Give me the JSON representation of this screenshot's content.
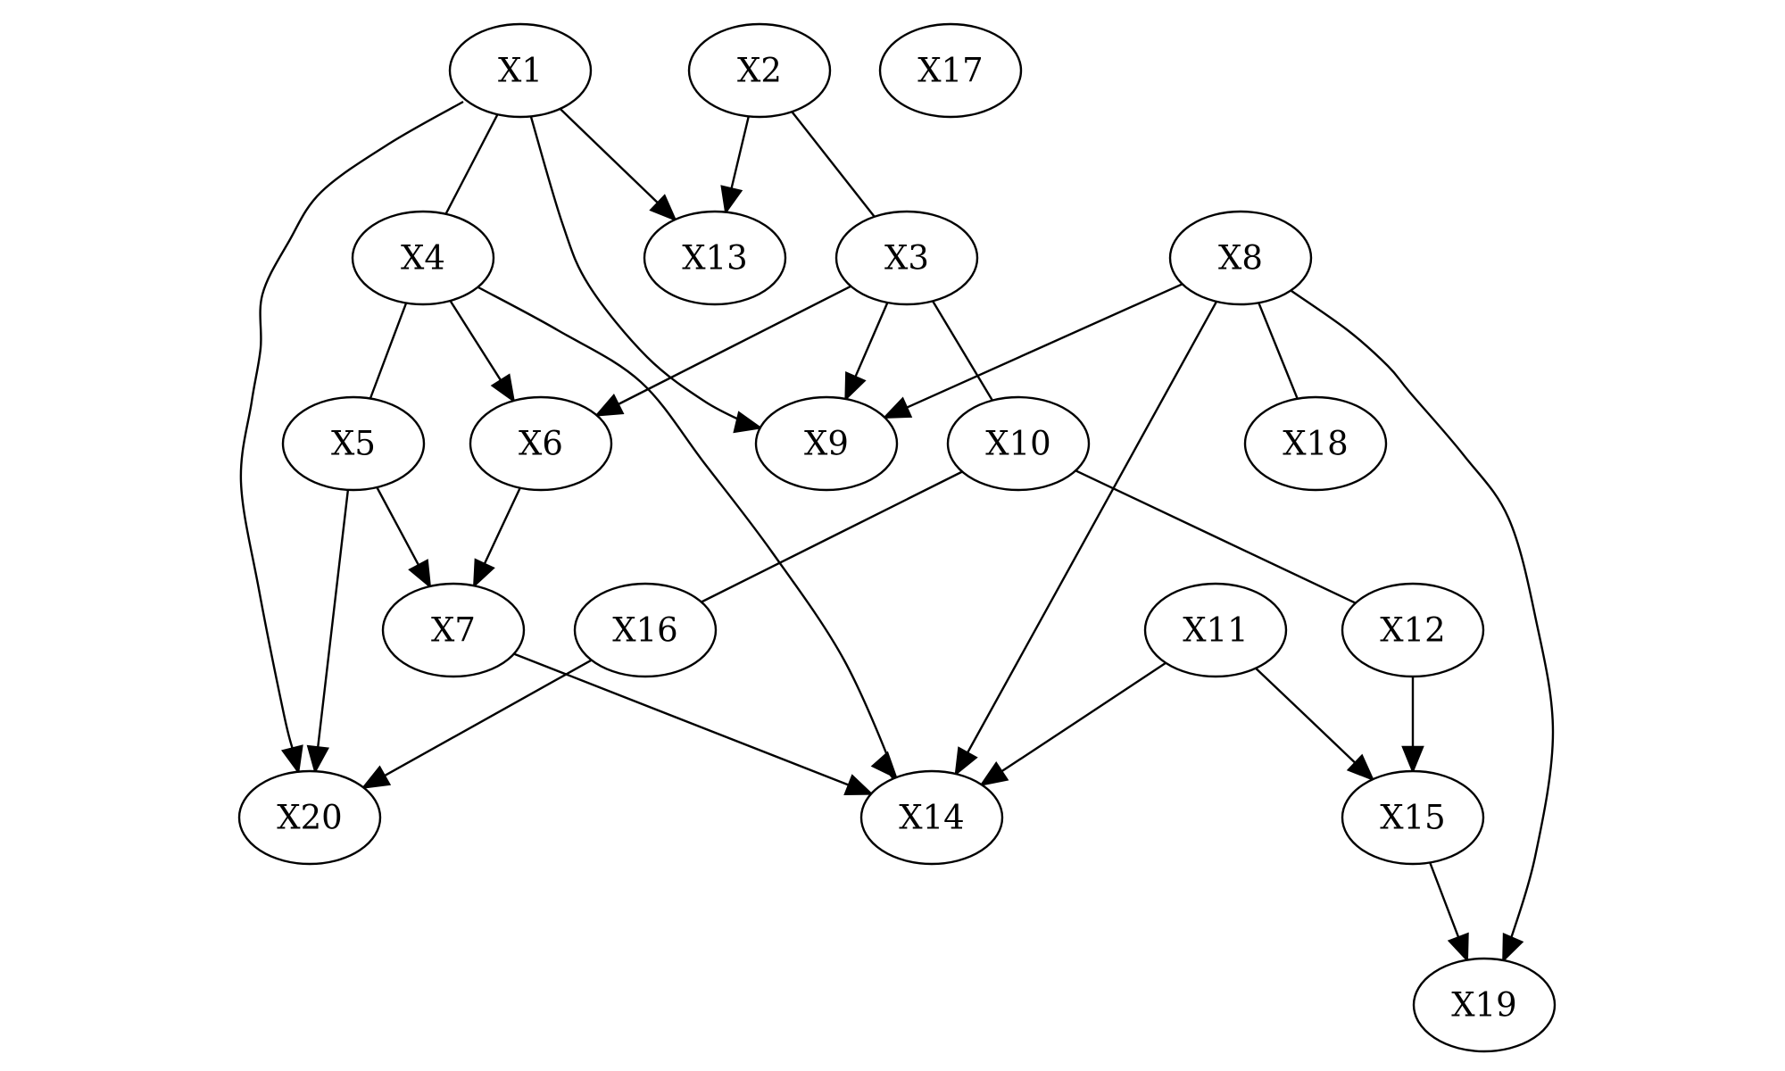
{
  "diagram": {
    "type": "mixed-graph",
    "nodes": [
      {
        "id": "X1",
        "label": "X1"
      },
      {
        "id": "X2",
        "label": "X2"
      },
      {
        "id": "X17",
        "label": "X17"
      },
      {
        "id": "X4",
        "label": "X4"
      },
      {
        "id": "X13",
        "label": "X13"
      },
      {
        "id": "X3",
        "label": "X3"
      },
      {
        "id": "X8",
        "label": "X8"
      },
      {
        "id": "X5",
        "label": "X5"
      },
      {
        "id": "X6",
        "label": "X6"
      },
      {
        "id": "X9",
        "label": "X9"
      },
      {
        "id": "X10",
        "label": "X10"
      },
      {
        "id": "X18",
        "label": "X18"
      },
      {
        "id": "X7",
        "label": "X7"
      },
      {
        "id": "X16",
        "label": "X16"
      },
      {
        "id": "X11",
        "label": "X11"
      },
      {
        "id": "X12",
        "label": "X12"
      },
      {
        "id": "X20",
        "label": "X20"
      },
      {
        "id": "X14",
        "label": "X14"
      },
      {
        "id": "X15",
        "label": "X15"
      },
      {
        "id": "X19",
        "label": "X19"
      }
    ],
    "edges": [
      {
        "from": "X1",
        "to": "X4",
        "directed": false
      },
      {
        "from": "X1",
        "to": "X13",
        "directed": true
      },
      {
        "from": "X1",
        "to": "X9",
        "directed": true
      },
      {
        "from": "X1",
        "to": "X20",
        "directed": true
      },
      {
        "from": "X2",
        "to": "X13",
        "directed": true
      },
      {
        "from": "X2",
        "to": "X3",
        "directed": false
      },
      {
        "from": "X4",
        "to": "X5",
        "directed": false
      },
      {
        "from": "X4",
        "to": "X6",
        "directed": true
      },
      {
        "from": "X4",
        "to": "X14",
        "directed": true
      },
      {
        "from": "X3",
        "to": "X6",
        "directed": true
      },
      {
        "from": "X3",
        "to": "X9",
        "directed": true
      },
      {
        "from": "X3",
        "to": "X10",
        "directed": false
      },
      {
        "from": "X8",
        "to": "X9",
        "directed": true
      },
      {
        "from": "X8",
        "to": "X18",
        "directed": false
      },
      {
        "from": "X8",
        "to": "X14",
        "directed": true
      },
      {
        "from": "X8",
        "to": "X19",
        "directed": true
      },
      {
        "from": "X5",
        "to": "X7",
        "directed": true
      },
      {
        "from": "X5",
        "to": "X20",
        "directed": true
      },
      {
        "from": "X6",
        "to": "X7",
        "directed": true
      },
      {
        "from": "X10",
        "to": "X16",
        "directed": false
      },
      {
        "from": "X10",
        "to": "X12",
        "directed": false
      },
      {
        "from": "X7",
        "to": "X14",
        "directed": true
      },
      {
        "from": "X16",
        "to": "X20",
        "directed": true
      },
      {
        "from": "X11",
        "to": "X14",
        "directed": true
      },
      {
        "from": "X11",
        "to": "X15",
        "directed": true
      },
      {
        "from": "X12",
        "to": "X15",
        "directed": true
      },
      {
        "from": "X15",
        "to": "X19",
        "directed": true
      }
    ]
  }
}
